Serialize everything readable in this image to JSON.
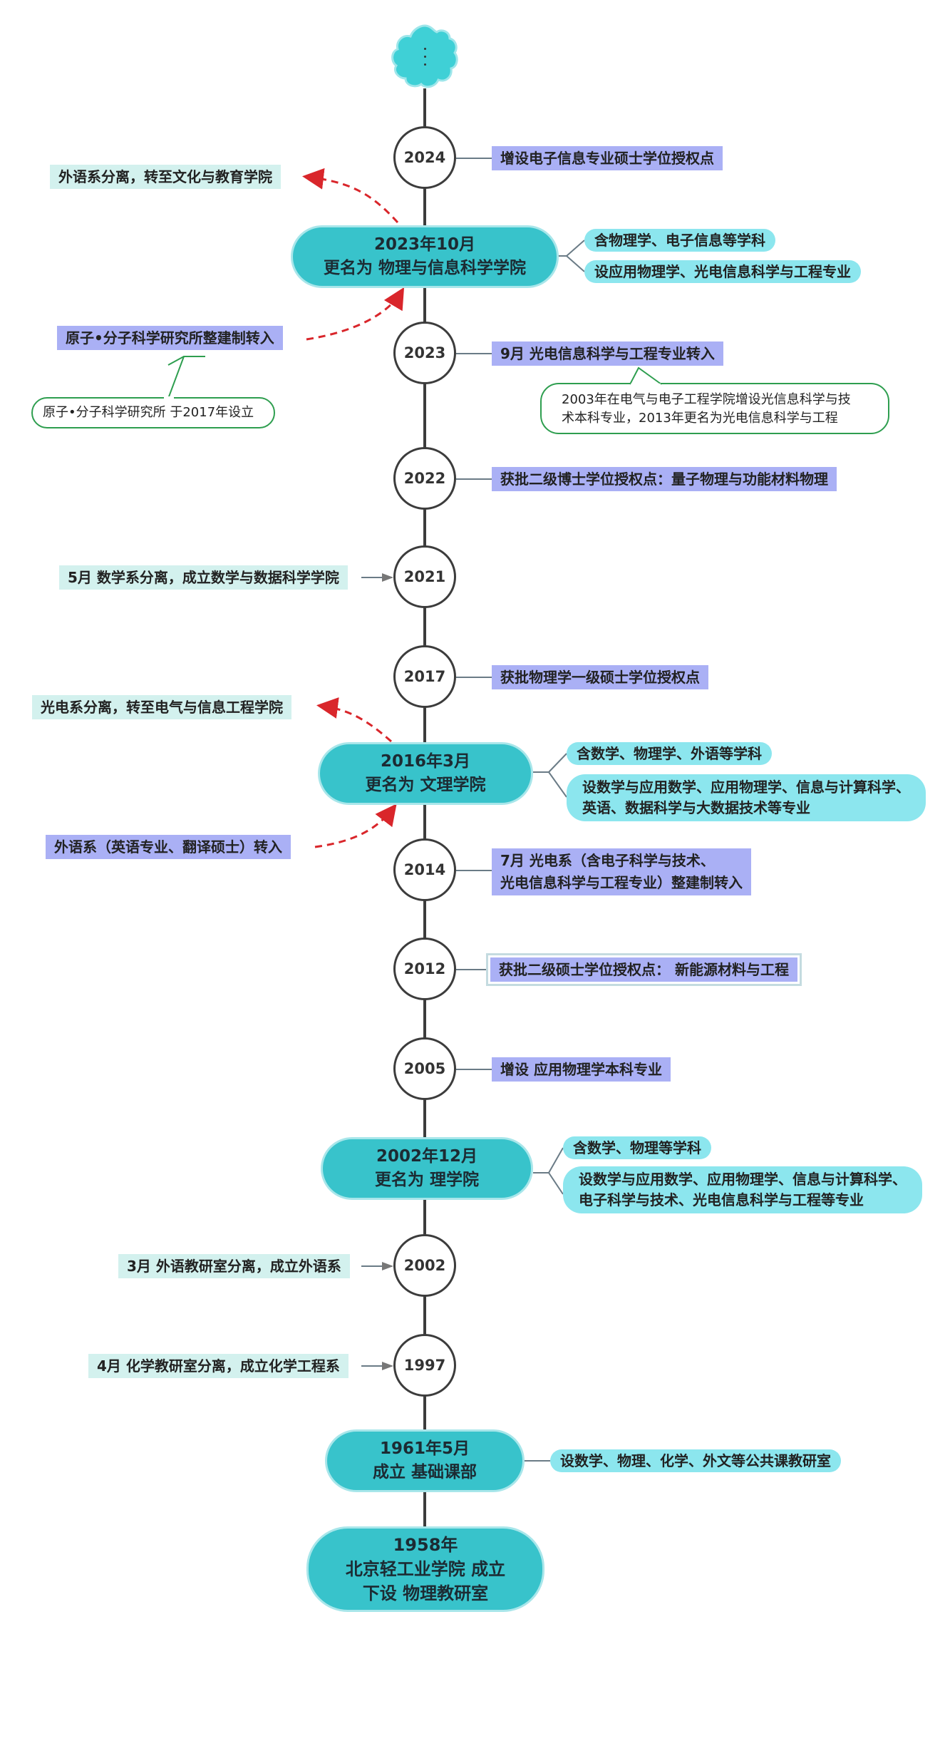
{
  "timeline": {
    "years": [
      "2024",
      "2023",
      "2022",
      "2021",
      "2017",
      "2014",
      "2012",
      "2005",
      "2002",
      "1997"
    ],
    "milestones": {
      "m2023": [
        "2023年10月",
        "更名为 物理与信息科学学院"
      ],
      "m2016": [
        "2016年3月",
        "更名为 文理学院"
      ],
      "m2002": [
        "2002年12月",
        "更名为 理学院"
      ],
      "m1961": [
        "1961年5月",
        "成立 基础课部"
      ],
      "m1958": [
        "1958年",
        "北京轻工业学院 成立",
        "下设 物理教研室"
      ]
    }
  },
  "right_notes": {
    "y2024": "增设电子信息专业硕士学位授权点",
    "y2023": "9月  光电信息科学与工程专业转入",
    "y2022": "获批二级博士学位授权点：量子物理与功能材料物理",
    "y2017": "获批物理学一级硕士学位授权点",
    "y2014": [
      "7月  光电系（含电子科学与技术、",
      "光电信息科学与工程专业）整建制转入"
    ],
    "y2012": "获批二级硕士学位授权点： 新能源材料与工程",
    "y2005": "增设 应用物理学本科专业"
  },
  "left_notes": {
    "n2023_out": "外语系分离，转至文化与教育学院",
    "n2023_in": "原子•分子科学研究所整建制转入",
    "n2021": "5月  数学系分离，成立数学与数据科学学院",
    "n2016_out": "光电系分离，转至电气与信息工程学院",
    "n2016_in": "外语系（英语专业、翻译硕士）转入",
    "n2002": "3月  外语教研室分离，成立外语系",
    "n1997": "4月  化学教研室分离，成立化学工程系"
  },
  "details": {
    "d2023_a": "含物理学、电子信息等学科",
    "d2023_b": "设应用物理学、光电信息科学与工程专业",
    "d2016_a": "含数学、物理学、外语等学科",
    "d2016_b": [
      "设数学与应用数学、应用物理学、信息与计算科学、",
      "英语、数据科学与大数据技术等专业"
    ],
    "d2002_a": "含数学、物理等学科",
    "d2002_b": [
      "设数学与应用数学、应用物理学、信息与计算科学、",
      "电子科学与技术、光电信息科学与工程等专业"
    ],
    "d1961": "设数学、物理、化学、外文等公共课教研室"
  },
  "callouts": {
    "atomic": "原子•分子科学研究所 于2017年设立",
    "optoelectronic": [
      "2003年在电气与电子工程学院增设光信息科学与技",
      "术本科专业，2013年更名为光电信息科学与工程"
    ]
  },
  "colors": {
    "milestone": "#38c3cb",
    "right_note": "#aab0f5",
    "left_note": "#d3f1ee",
    "detail": "#8ce6ee",
    "callout_border": "#2e9e4f",
    "arrow": "#d9262b",
    "line": "#3c3c3c"
  }
}
